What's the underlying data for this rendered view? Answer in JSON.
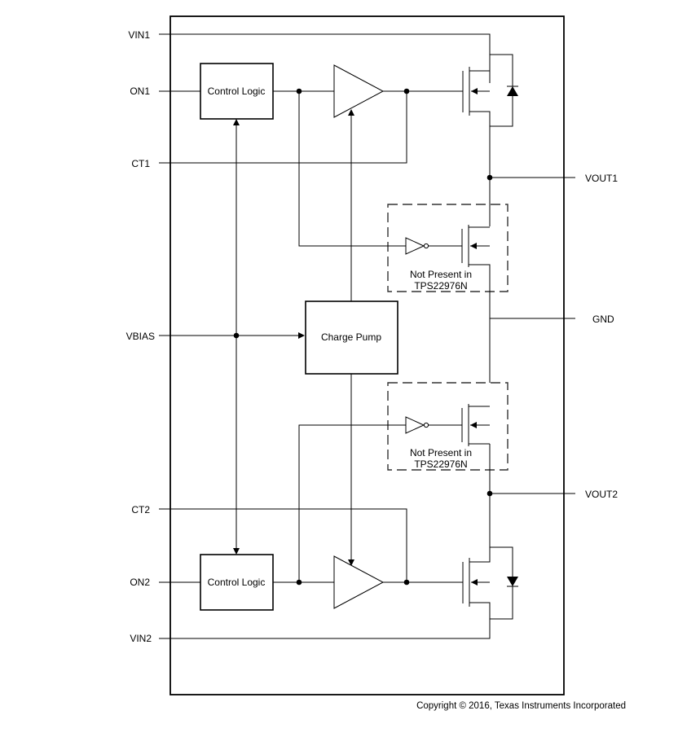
{
  "pins_left": [
    "VIN1",
    "ON1",
    "CT1",
    "VBIAS",
    "CT2",
    "ON2",
    "VIN2"
  ],
  "pins_right": [
    "VOUT1",
    "GND",
    "VOUT2"
  ],
  "blocks": {
    "control_logic_1": "Control Logic",
    "control_logic_2": "Control Logic",
    "charge_pump": "Charge Pump"
  },
  "notes": {
    "not_present_1_line1": "Not Present in",
    "not_present_1_line2": "TPS22976N",
    "not_present_2_line1": "Not Present in",
    "not_present_2_line2": "TPS22976N"
  },
  "copyright": "Copyright © 2016, Texas Instruments Incorporated"
}
